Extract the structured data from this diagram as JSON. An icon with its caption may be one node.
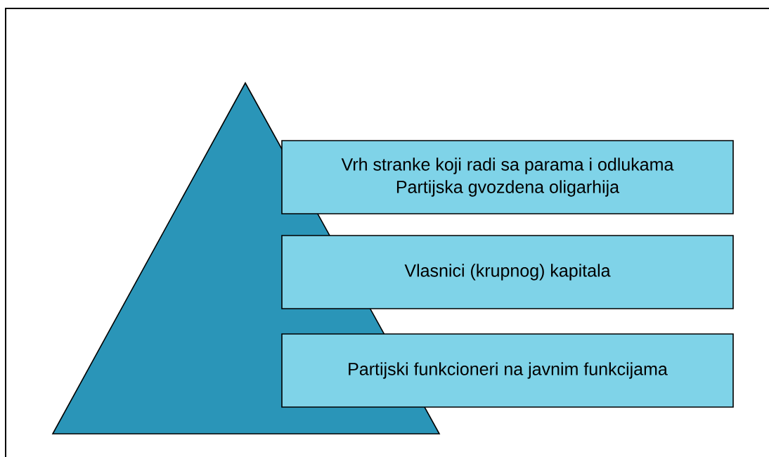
{
  "diagram": {
    "nodes": [
      {
        "text": [],
        "shape": "triangle"
      },
      {
        "text": [
          "Vrh stranke koji radi sa parama i odlukama",
          "Partijska gvozdena oligarhija"
        ]
      },
      {
        "text": [
          "Vlasnici (krupnog) kapitala"
        ]
      },
      {
        "text": [
          "Partijski funkcioneri na javnim funkcijama"
        ]
      }
    ]
  }
}
